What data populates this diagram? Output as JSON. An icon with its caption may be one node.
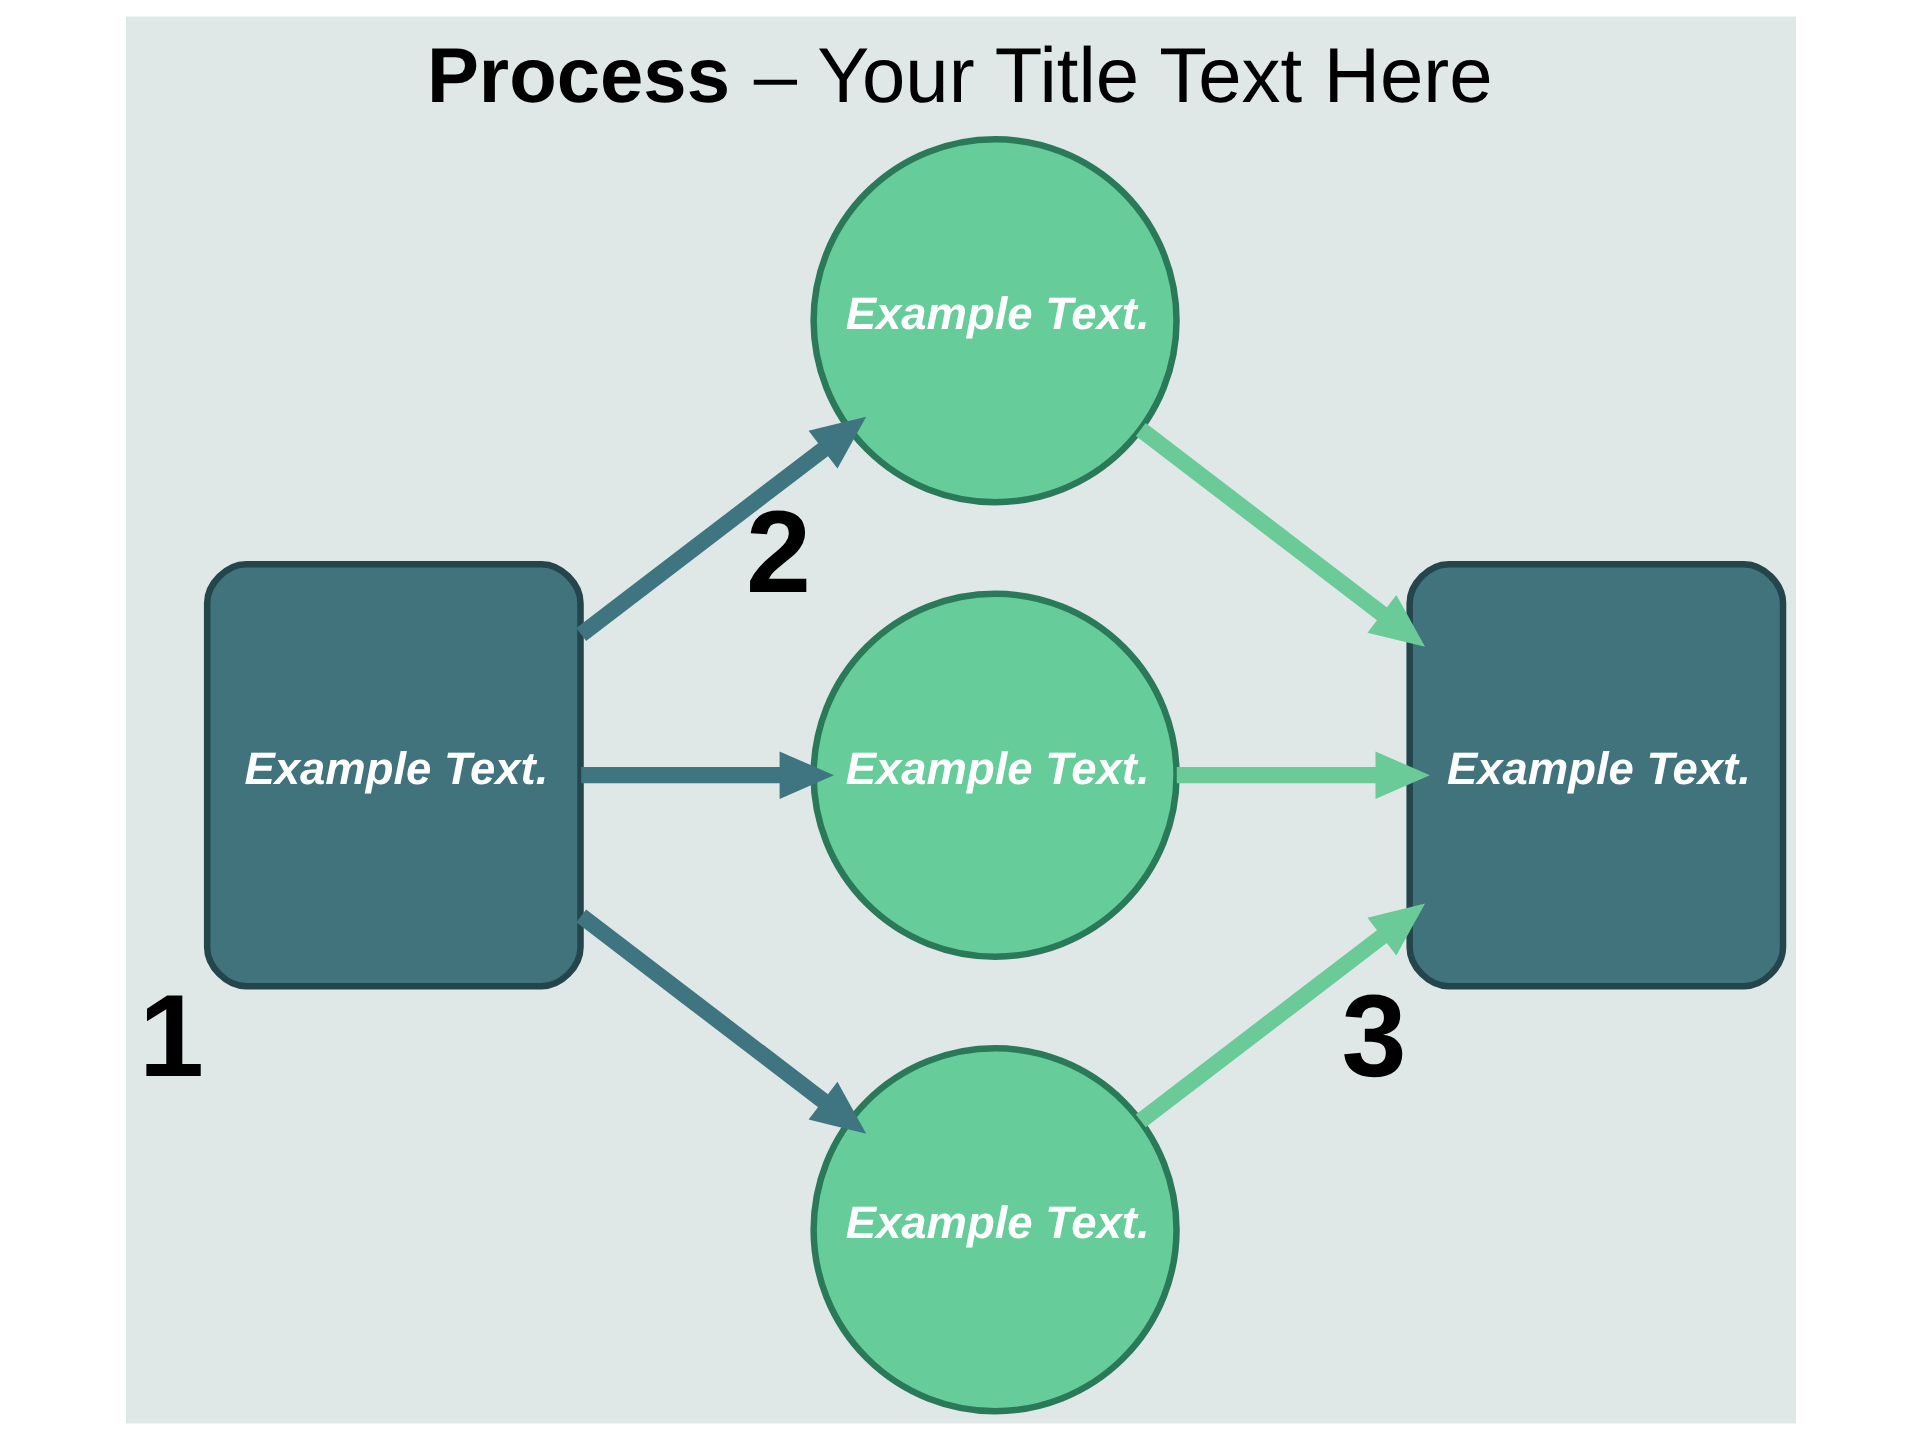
{
  "diagram": {
    "title": "**Process** – Your Title Text Here",
    "nodes": [
      {
        "text": [
          "Example Text."
        ],
        "beside": [
          "1"
        ]
      },
      {
        "text": [
          "Example Text."
        ],
        "beside": [
          "2"
        ]
      },
      {
        "text": [
          "Example Text."
        ]
      },
      {
        "text": [
          "Example Text."
        ]
      },
      {
        "text": [
          "Example Text."
        ],
        "beside": [
          "3"
        ]
      }
    ],
    "edges": [
      {
        "from": 0,
        "to": 1,
        "arrow": "to",
        "color": "#3f7580"
      },
      {
        "from": 0,
        "to": 2,
        "arrow": "to",
        "color": "#3f7580"
      },
      {
        "from": 0,
        "to": 3,
        "arrow": "to",
        "color": "#3f7580"
      },
      {
        "from": 1,
        "to": 4,
        "arrow": "to",
        "color": "#6acb98"
      },
      {
        "from": 2,
        "to": 4,
        "arrow": "to",
        "color": "#6acb98"
      },
      {
        "from": 3,
        "to": 4,
        "arrow": "to",
        "color": "#6acb98"
      }
    ]
  }
}
